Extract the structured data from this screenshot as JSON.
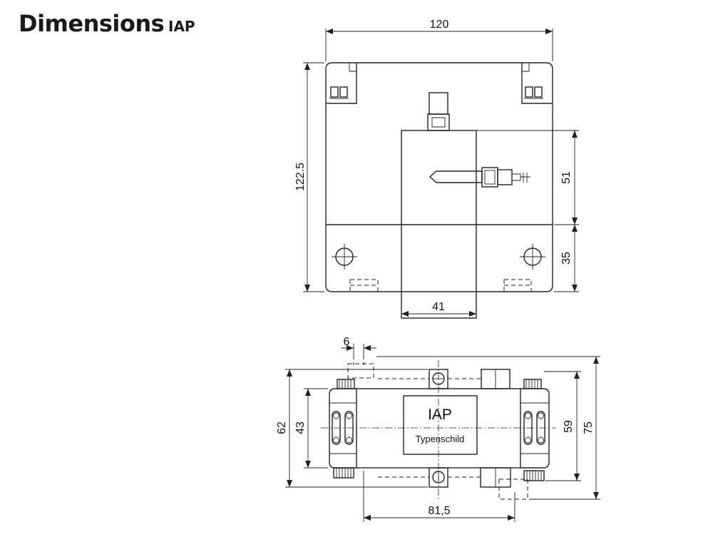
{
  "header": {
    "title": "Dimensions",
    "model": "IAP"
  },
  "top_view": {
    "dim_width": "120",
    "dim_height": "122.5",
    "dim_window_height": "51",
    "dim_bottom_height": "35",
    "dim_window_width": "41"
  },
  "side_view": {
    "dim_clamp_width": "6",
    "dim_height_outer": "62",
    "dim_height_inner": "43",
    "dim_height_59": "59",
    "dim_height_75": "75",
    "dim_width": "81,5",
    "nameplate_model": "IAP",
    "nameplate_label": "Typenschild"
  }
}
